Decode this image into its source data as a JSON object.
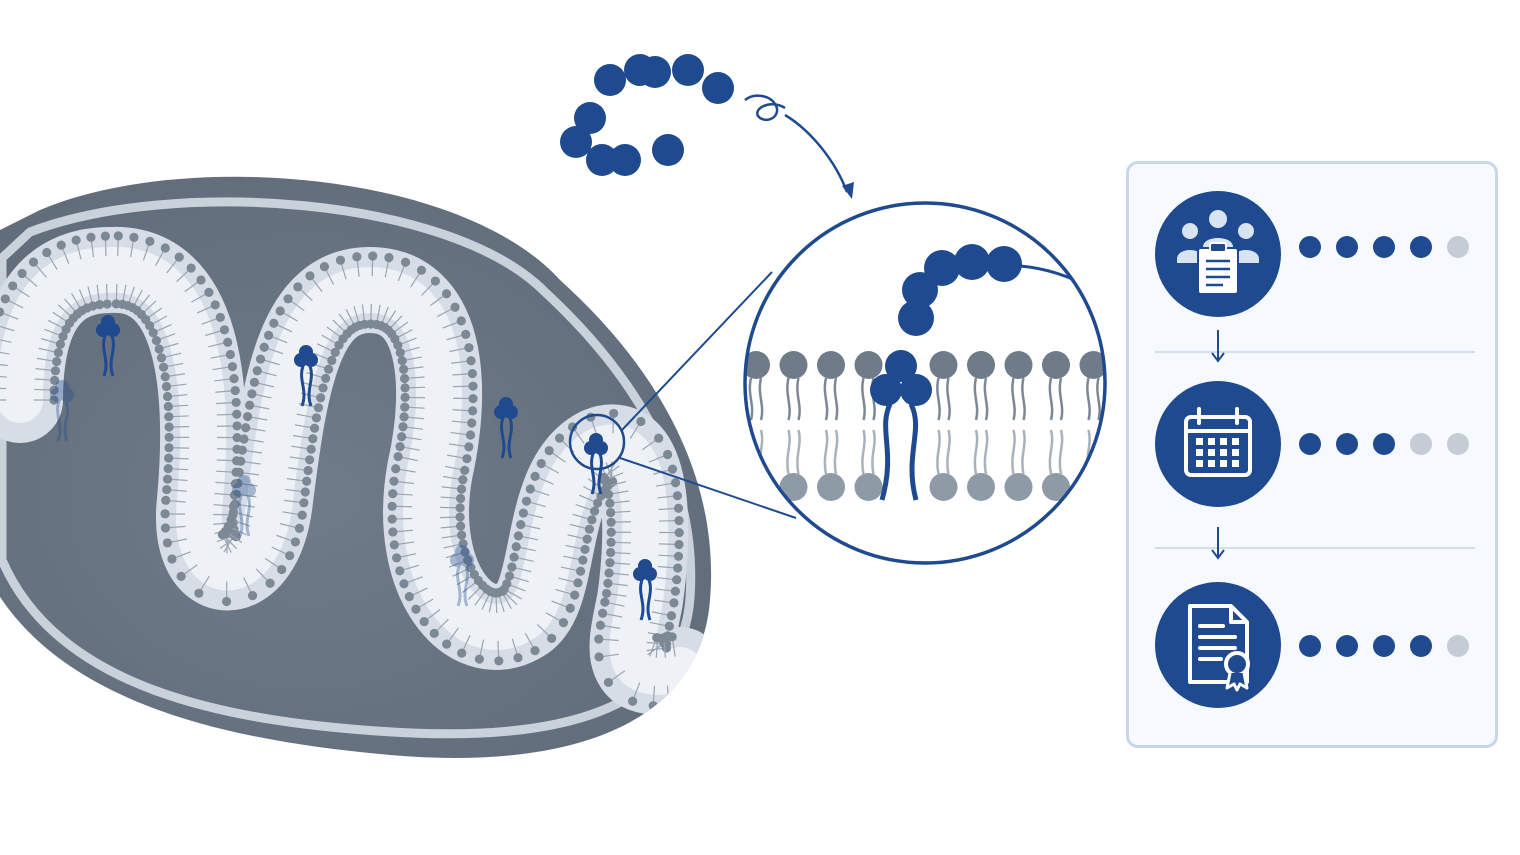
{
  "colors": {
    "primary_blue": "#1f4a8f",
    "dark_gray": "#6b7786",
    "mid_gray": "#8a96a5",
    "light_gray_blue": "#d9e1ea",
    "panel_border": "#c9d6ea",
    "dot_faded": "#c4ccd6"
  },
  "diagram": {
    "mitochondrion": {
      "icon": "mitochondrion-cross-section"
    },
    "peptide_chain": {
      "icon": "peptide-chain",
      "bead_count": 10
    },
    "zoom": {
      "icon": "magnified-membrane-bilayer"
    },
    "steps": [
      {
        "icon": "group-clipboard-icon",
        "dots_filled": 4,
        "dots_total": 5
      },
      {
        "icon": "calendar-icon",
        "dots_filled": 3,
        "dots_total": 5
      },
      {
        "icon": "certificate-document-icon",
        "dots_filled": 4,
        "dots_total": 5
      }
    ]
  }
}
